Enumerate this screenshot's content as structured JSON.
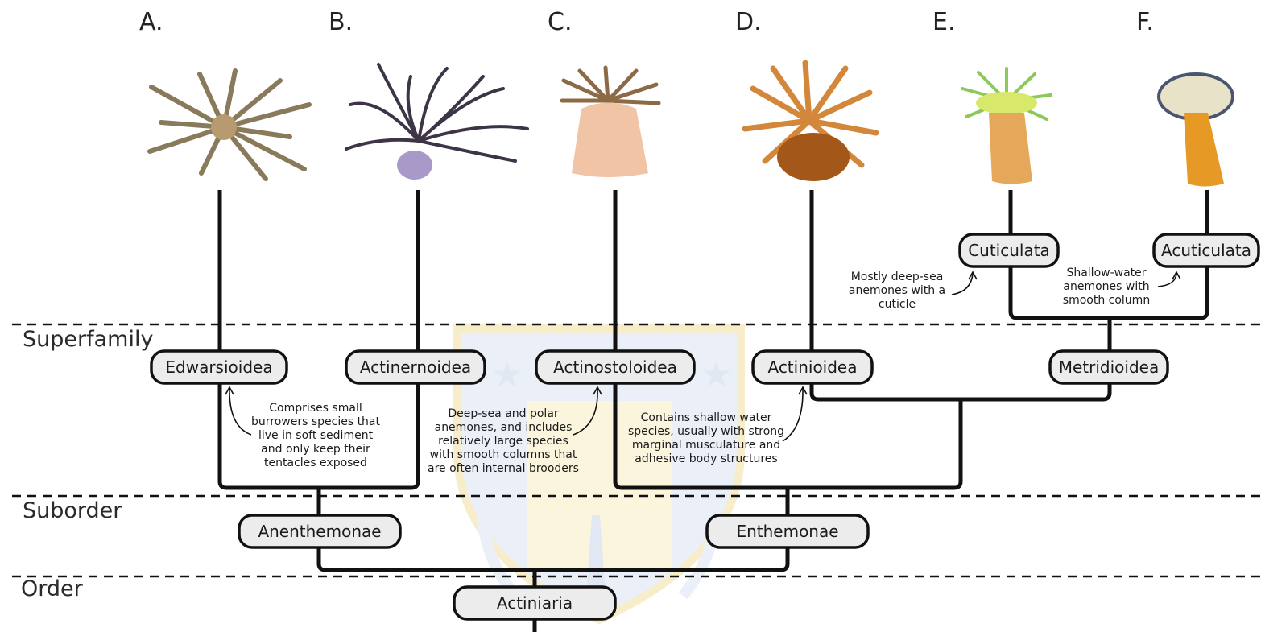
{
  "letters": [
    "A.",
    "B.",
    "C.",
    "D.",
    "E.",
    "F."
  ],
  "ranks": {
    "superfamily": "Superfamily",
    "suborder": "Suborder",
    "order": "Order"
  },
  "nodes": {
    "order": "Actiniaria",
    "suborder_1": "Anenthemonae",
    "suborder_2": "Enthemonae",
    "edwarsioidea": "Edwarsioidea",
    "actinernoidea": "Actinernoidea",
    "actinostoloidea": "Actinostoloidea",
    "actinioidea": "Actinioidea",
    "metridioidea": "Metridioidea",
    "cuticulata": "Cuticulata",
    "acuticulata": "Acuticulata"
  },
  "notes": {
    "edwarsioidea": [
      "Comprises small",
      "burrowers species that",
      "live in soft sediment",
      "and only keep their",
      "tentacles exposed"
    ],
    "actinostoloidea": [
      "Deep-sea and polar",
      "anemones, and includes",
      "relatively large species",
      "with smooth columns that",
      "are often internal brooders"
    ],
    "actinioidea": [
      "Contains shallow water",
      "species, usually with strong",
      "marginal musculature and",
      "adhesive body structures"
    ],
    "cuticulata": [
      "Mostly deep-sea",
      "anemones with a",
      "cuticle"
    ],
    "acuticulata": [
      "Shallow-water",
      "anemones with",
      "smooth column"
    ]
  },
  "colors": {
    "line": "#111111",
    "node_fill": "#ececec",
    "watermark_blue": "#c9d6ec",
    "watermark_gold": "#f4dfa0"
  },
  "icons": [
    "sea-anemone-a-icon",
    "sea-anemone-b-icon",
    "sea-anemone-c-icon",
    "sea-anemone-d-icon",
    "sea-anemone-e-icon",
    "sea-anemone-f-icon",
    "university-seal-watermark"
  ]
}
